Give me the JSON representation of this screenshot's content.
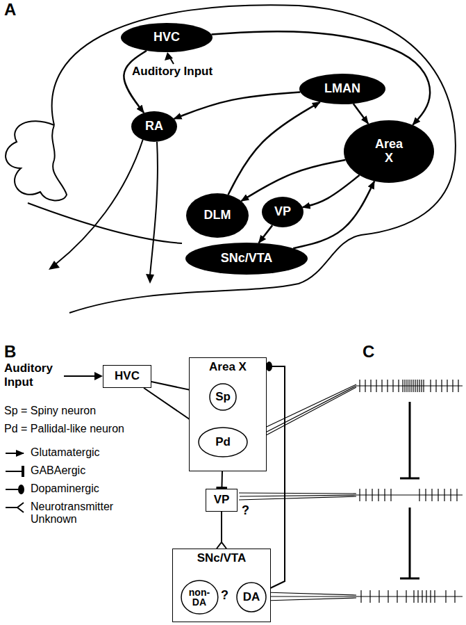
{
  "diagram": {
    "nodes": [
      {
        "text": [
          "HVC"
        ]
      },
      {
        "text": [
          "LMAN"
        ]
      },
      {
        "text": [
          "RA"
        ]
      },
      {
        "text": [
          "Area X"
        ]
      },
      {
        "text": [
          "DLM"
        ]
      },
      {
        "text": [
          "VP"
        ]
      },
      {
        "text": [
          "SNc/VTA"
        ]
      },
      {
        "text": [
          "HVC"
        ]
      },
      {
        "text": [
          "Area X"
        ]
      },
      {
        "text": [
          "Sp"
        ],
        "in": 8
      },
      {
        "text": [
          "Pd"
        ],
        "in": 8
      },
      {
        "text": [
          "VP"
        ]
      },
      {
        "text": [
          "SNc/VTA"
        ]
      },
      {
        "text": [
          "non-DA"
        ],
        "in": 12
      },
      {
        "text": [
          "DA"
        ],
        "in": 12
      }
    ],
    "edges": [
      {
        "from": 0,
        "to": 2,
        "arrow": "to"
      },
      {
        "from": 0,
        "to": 3,
        "arrow": "to"
      },
      {
        "from": 1,
        "to": 2,
        "arrow": "to"
      },
      {
        "from": 1,
        "to": 3,
        "arrow": "to"
      },
      {
        "from": 4,
        "to": 1,
        "arrow": "to"
      },
      {
        "from": 3,
        "to": 4,
        "arrow": "to"
      },
      {
        "from": 3,
        "to": 5,
        "arrow": "to"
      },
      {
        "from": 5,
        "to": 6,
        "arrow": "to"
      },
      {
        "from": 6,
        "to": 3,
        "arrow": "to"
      },
      {
        "from": 7,
        "to": 9,
        "arrow": "to"
      },
      {
        "from": 7,
        "to": 10,
        "arrow": "to"
      },
      {
        "from": 9,
        "to": 10,
        "arrow": "to"
      },
      {
        "from": 10,
        "to": 11,
        "arrow": "to"
      },
      {
        "from": 11,
        "to": 12,
        "arrow": "to"
      },
      {
        "from": 14,
        "to": 8,
        "arrow": "to"
      }
    ],
    "labels": [
      "A",
      "Auditory Input",
      "B",
      "Auditory Input",
      "Sp = Spiny neuron",
      "Pd = Pallidal-like neuron",
      "?",
      "?",
      "C"
    ],
    "legend": [
      {
        "text": "Glutamatergic"
      },
      {
        "text": "GABAergic"
      },
      {
        "text": "Dopaminergic"
      },
      {
        "text": "Neurotransmitter Unknown"
      }
    ]
  }
}
